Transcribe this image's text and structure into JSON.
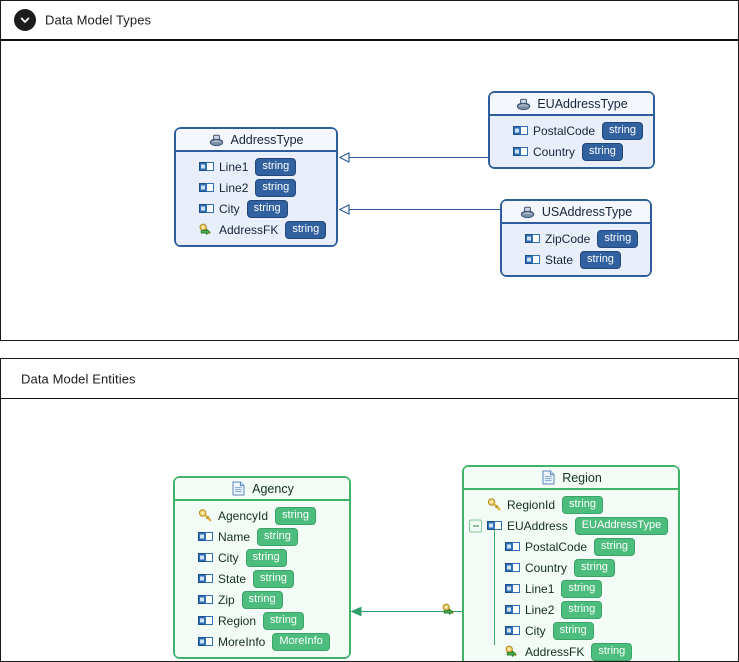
{
  "panels": [
    {
      "title": "Data Model Types",
      "collapse_icon": "chevron-down-icon",
      "has_collapse": true
    },
    {
      "title": "Data Model Entities",
      "has_collapse": false
    }
  ],
  "types_diagram": {
    "entities": [
      {
        "id": "AddressType",
        "name": "AddressType",
        "icon": "type-package-icon",
        "fields": [
          {
            "name": "Line1",
            "type": "string",
            "icon": "attribute-icon"
          },
          {
            "name": "Line2",
            "type": "string",
            "icon": "attribute-icon"
          },
          {
            "name": "City",
            "type": "string",
            "icon": "attribute-icon"
          },
          {
            "name": "AddressFK",
            "type": "string",
            "icon": "foreign-key-icon"
          }
        ]
      },
      {
        "id": "EUAddressType",
        "name": "EUAddressType",
        "icon": "type-package-icon",
        "fields": [
          {
            "name": "PostalCode",
            "type": "string",
            "icon": "attribute-icon"
          },
          {
            "name": "Country",
            "type": "string",
            "icon": "attribute-icon"
          }
        ]
      },
      {
        "id": "USAddressType",
        "name": "USAddressType",
        "icon": "type-package-icon",
        "fields": [
          {
            "name": "ZipCode",
            "type": "string",
            "icon": "attribute-icon"
          },
          {
            "name": "State",
            "type": "string",
            "icon": "attribute-icon"
          }
        ]
      }
    ],
    "connections": [
      {
        "from": "EUAddressType",
        "to": "AddressType",
        "style": "inheritance-arrow"
      },
      {
        "from": "USAddressType",
        "to": "AddressType",
        "style": "inheritance-arrow"
      }
    ]
  },
  "entities_diagram": {
    "entities": [
      {
        "id": "Agency",
        "name": "Agency",
        "icon": "entity-document-icon",
        "fields": [
          {
            "name": "AgencyId",
            "type": "string",
            "icon": "primary-key-icon"
          },
          {
            "name": "Name",
            "type": "string",
            "icon": "attribute-icon"
          },
          {
            "name": "City",
            "type": "string",
            "icon": "attribute-icon"
          },
          {
            "name": "State",
            "type": "string",
            "icon": "attribute-icon"
          },
          {
            "name": "Zip",
            "type": "string",
            "icon": "attribute-icon"
          },
          {
            "name": "Region",
            "type": "string",
            "icon": "attribute-icon"
          },
          {
            "name": "MoreInfo",
            "type": "MoreInfo",
            "icon": "attribute-icon"
          }
        ]
      },
      {
        "id": "Region",
        "name": "Region",
        "icon": "entity-document-icon",
        "fields": [
          {
            "name": "RegionId",
            "type": "string",
            "icon": "primary-key-icon",
            "level": 0
          },
          {
            "name": "EUAddress",
            "type": "EUAddressType",
            "icon": "attribute-icon",
            "level": 0,
            "toggle": "collapse-minus-icon"
          },
          {
            "name": "PostalCode",
            "type": "string",
            "icon": "attribute-icon",
            "level": 1
          },
          {
            "name": "Country",
            "type": "string",
            "icon": "attribute-icon",
            "level": 1
          },
          {
            "name": "Line1",
            "type": "string",
            "icon": "attribute-icon",
            "level": 1
          },
          {
            "name": "Line2",
            "type": "string",
            "icon": "attribute-icon",
            "level": 1
          },
          {
            "name": "City",
            "type": "string",
            "icon": "attribute-icon",
            "level": 1
          },
          {
            "name": "AddressFK",
            "type": "string",
            "icon": "foreign-key-icon",
            "level": 1
          }
        ]
      }
    ],
    "connections": [
      {
        "from": "Region",
        "to": "Agency",
        "style": "association-arrow",
        "icon": "foreign-key-icon"
      }
    ]
  },
  "colors": {
    "type_border": "#2e5d9e",
    "type_badge": "#31619f",
    "entity_border": "#3fb469",
    "entity_badge": "#4cbd7c",
    "panel_border": "#1a1a1a"
  }
}
